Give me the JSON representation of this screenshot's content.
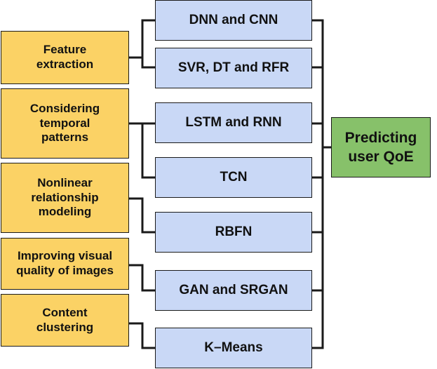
{
  "purposes": [
    {
      "id": "feature",
      "label": "Feature\nextraction"
    },
    {
      "id": "temporal",
      "label": "Considering\ntemporal\npatterns"
    },
    {
      "id": "nonlinear",
      "label": "Nonlinear\nrelationship\nmodeling"
    },
    {
      "id": "visual",
      "label": "Improving visual\nquality of images"
    },
    {
      "id": "clustering",
      "label": "Content\nclustering"
    }
  ],
  "methods": [
    {
      "id": "dnn-cnn",
      "label": "DNN and CNN"
    },
    {
      "id": "svr-dt-rfr",
      "label": "SVR, DT and RFR"
    },
    {
      "id": "lstm-rnn",
      "label": "LSTM and RNN"
    },
    {
      "id": "tcn",
      "label": "TCN"
    },
    {
      "id": "rbfn",
      "label": "RBFN"
    },
    {
      "id": "gan-srgan",
      "label": "GAN and SRGAN"
    },
    {
      "id": "k-means",
      "label": "K–Means"
    }
  ],
  "goal": {
    "label": "Predicting\nuser QoE"
  },
  "colors": {
    "purpose_fill": "#fbd265",
    "method_fill": "#c9d8f6",
    "goal_fill": "#87c16a",
    "line": "#1a1a1a"
  }
}
